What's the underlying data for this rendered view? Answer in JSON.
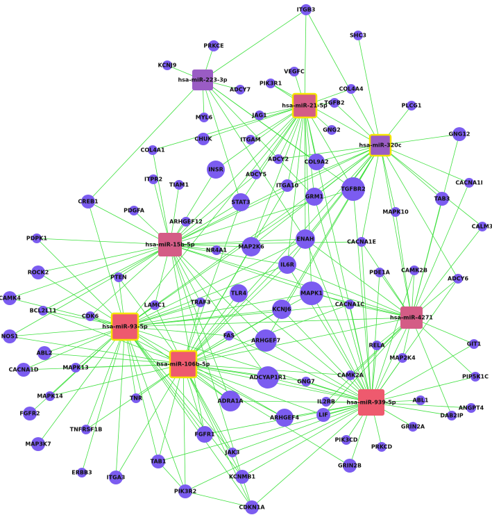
{
  "title": "",
  "colors": {
    "edge": "#3ee03e",
    "gene": "#7b5cf0",
    "mirna_high": "#ee5a6e",
    "mirna_mid": "#d45c86",
    "mirna_low": "#9a5cc4",
    "highlight": "#f5e400"
  },
  "mirnas": [
    {
      "id": "hsa-miR-223-3p",
      "label": "hsa-miR-223-3p",
      "level": "low",
      "highlight": false
    },
    {
      "id": "hsa-miR-21-5p",
      "label": "hsa-miR-21-5p",
      "level": "mid",
      "highlight": true
    },
    {
      "id": "hsa-miR-320c",
      "label": "hsa-miR-320c",
      "level": "low",
      "highlight": true
    },
    {
      "id": "hsa-miR-15b-5p",
      "label": "hsa-miR-15b-5p",
      "level": "mid",
      "highlight": false
    },
    {
      "id": "hsa-miR-93-5p",
      "label": "hsa-miR-93-5p",
      "level": "high",
      "highlight": true
    },
    {
      "id": "hsa-miR-106b-5p",
      "label": "hsa-miR-106b-5p",
      "level": "high",
      "highlight": true
    },
    {
      "id": "hsa-miR-4271",
      "label": "hsa-miR-4271",
      "level": "mid",
      "highlight": false
    },
    {
      "id": "hsa-miR-939-5p",
      "label": "hsa-miR-939-5p",
      "level": "high",
      "highlight": false
    }
  ],
  "genes": [
    {
      "id": "ITGB3",
      "label": "ITGB3"
    },
    {
      "id": "PRKCE",
      "label": "PRKCE"
    },
    {
      "id": "SHC3",
      "label": "SHC3"
    },
    {
      "id": "KCNJ9",
      "label": "KCNJ9"
    },
    {
      "id": "VEGFC",
      "label": "VEGFC"
    },
    {
      "id": "COL4A4",
      "label": "COL4A4"
    },
    {
      "id": "PIK3R1",
      "label": "PIK3R1"
    },
    {
      "id": "ADCY7",
      "label": "ADCY7"
    },
    {
      "id": "TGFB2",
      "label": "TGFB2"
    },
    {
      "id": "PLCG1",
      "label": "PLCG1"
    },
    {
      "id": "MYL6",
      "label": "MYL6"
    },
    {
      "id": "JAG1",
      "label": "JAG1"
    },
    {
      "id": "GNG2",
      "label": "GNG2"
    },
    {
      "id": "GNG12",
      "label": "GNG12"
    },
    {
      "id": "CHUK",
      "label": "CHUK"
    },
    {
      "id": "ITGAM",
      "label": "ITGAM"
    },
    {
      "id": "COL4A1",
      "label": "COL4A1"
    },
    {
      "id": "ADCY2",
      "label": "ADCY2"
    },
    {
      "id": "COL9A2",
      "label": "COL9A2"
    },
    {
      "id": "INSR",
      "label": "INSR"
    },
    {
      "id": "ADCY5",
      "label": "ADCY5"
    },
    {
      "id": "ITPR2",
      "label": "ITPR2"
    },
    {
      "id": "TIAM1",
      "label": "TIAM1"
    },
    {
      "id": "CACNA1I",
      "label": "CACNA1I"
    },
    {
      "id": "ITGA10",
      "label": "ITGA10"
    },
    {
      "id": "TGFBR2",
      "label": "TGFBR2"
    },
    {
      "id": "GRM1",
      "label": "GRM1"
    },
    {
      "id": "STAT3",
      "label": "STAT3"
    },
    {
      "id": "CREB1",
      "label": "CREB1"
    },
    {
      "id": "TAB3",
      "label": "TAB3"
    },
    {
      "id": "MAPK10",
      "label": "MAPK10"
    },
    {
      "id": "PDGFA",
      "label": "PDGFA"
    },
    {
      "id": "ARHGEF12",
      "label": "ARHGEF12"
    },
    {
      "id": "CALM3",
      "label": "CALM3"
    },
    {
      "id": "ENAH",
      "label": "ENAH"
    },
    {
      "id": "PDPK1",
      "label": "PDPK1"
    },
    {
      "id": "NR4A1",
      "label": "NR4A1"
    },
    {
      "id": "MAP2K6",
      "label": "MAP2K6"
    },
    {
      "id": "CACNA1E",
      "label": "CACNA1E"
    },
    {
      "id": "IL6R",
      "label": "IL6R"
    },
    {
      "id": "ROCK2",
      "label": "ROCK2"
    },
    {
      "id": "PTEN",
      "label": "PTEN"
    },
    {
      "id": "CAMK2B",
      "label": "CAMK2B"
    },
    {
      "id": "PDE1A",
      "label": "PDE1A"
    },
    {
      "id": "ADCY6",
      "label": "ADCY6"
    },
    {
      "id": "MAPK1",
      "label": "MAPK1"
    },
    {
      "id": "TLR4",
      "label": "TLR4"
    },
    {
      "id": "CAMK4",
      "label": "CAMK4"
    },
    {
      "id": "LAMC1",
      "label": "LAMC1"
    },
    {
      "id": "TRAF3",
      "label": "TRAF3"
    },
    {
      "id": "KCNJ6",
      "label": "KCNJ6"
    },
    {
      "id": "CACNA1C",
      "label": "CACNA1C"
    },
    {
      "id": "BCL2L11",
      "label": "BCL2L11"
    },
    {
      "id": "CDK6",
      "label": "CDK6"
    },
    {
      "id": "NOS1",
      "label": "NOS1"
    },
    {
      "id": "FAS",
      "label": "FAS"
    },
    {
      "id": "ARHGEF7",
      "label": "ARHGEF7"
    },
    {
      "id": "GIT1",
      "label": "GIT1"
    },
    {
      "id": "RELA",
      "label": "RELA"
    },
    {
      "id": "ABL2",
      "label": "ABL2"
    },
    {
      "id": "MAP2K4",
      "label": "MAP2K4"
    },
    {
      "id": "CACNA1D",
      "label": "CACNA1D"
    },
    {
      "id": "MAPK13",
      "label": "MAPK13"
    },
    {
      "id": "PIP5K1C",
      "label": "PIP5K1C"
    },
    {
      "id": "ADCYAP1R1",
      "label": "ADCYAP1R1"
    },
    {
      "id": "CAMK2A",
      "label": "CAMK2A"
    },
    {
      "id": "GNG7",
      "label": "GNG7"
    },
    {
      "id": "IL2RB",
      "label": "IL2RB"
    },
    {
      "id": "ABL1",
      "label": "ABL1"
    },
    {
      "id": "MAPK14",
      "label": "MAPK14"
    },
    {
      "id": "ANGPT4",
      "label": "ANGPT4"
    },
    {
      "id": "TNR",
      "label": "TNR"
    },
    {
      "id": "FGFR2",
      "label": "FGFR2"
    },
    {
      "id": "ADRA1A",
      "label": "ADRA1A"
    },
    {
      "id": "ARHGEF4",
      "label": "ARHGEF4"
    },
    {
      "id": "LIF",
      "label": "LIF"
    },
    {
      "id": "DAB2IP",
      "label": "DAB2IP"
    },
    {
      "id": "MAP3K7",
      "label": "MAP3K7"
    },
    {
      "id": "TNFRSF1B",
      "label": "TNFRSF1B"
    },
    {
      "id": "GRIN2A",
      "label": "GRIN2A"
    },
    {
      "id": "FGFR1",
      "label": "FGFR1"
    },
    {
      "id": "PIK3CD",
      "label": "PIK3CD"
    },
    {
      "id": "TAB1",
      "label": "TAB1"
    },
    {
      "id": "JAK3",
      "label": "JAK3"
    },
    {
      "id": "PRKCD",
      "label": "PRKCD"
    },
    {
      "id": "ERBB3",
      "label": "ERBB3"
    },
    {
      "id": "ITGA3",
      "label": "ITGA3"
    },
    {
      "id": "GRIN2B",
      "label": "GRIN2B"
    },
    {
      "id": "KCNMB1",
      "label": "KCNMB1"
    },
    {
      "id": "PIK3R2",
      "label": "PIK3R2"
    },
    {
      "id": "CDKN1A",
      "label": "CDKN1A"
    }
  ],
  "edges": [
    [
      "hsa-miR-223-3p",
      "PRKCE"
    ],
    [
      "hsa-miR-223-3p",
      "KCNJ9"
    ],
    [
      "hsa-miR-223-3p",
      "ITGB3"
    ],
    [
      "hsa-miR-223-3p",
      "ADCY7"
    ],
    [
      "hsa-miR-223-3p",
      "MYL6"
    ],
    [
      "hsa-miR-223-3p",
      "CREB1"
    ],
    [
      "hsa-miR-223-3p",
      "GRM1"
    ],
    [
      "hsa-miR-223-3p",
      "STAT3"
    ],
    [
      "hsa-miR-223-3p",
      "COL9A2"
    ],
    [
      "hsa-miR-223-3p",
      "ENAH"
    ],
    [
      "hsa-miR-223-3p",
      "TGFBR2"
    ],
    [
      "hsa-miR-21-5p",
      "ITGB3"
    ],
    [
      "hsa-miR-21-5p",
      "VEGFC"
    ],
    [
      "hsa-miR-21-5p",
      "COL4A4"
    ],
    [
      "hsa-miR-21-5p",
      "PIK3R1"
    ],
    [
      "hsa-miR-21-5p",
      "TGFB2"
    ],
    [
      "hsa-miR-21-5p",
      "JAG1"
    ],
    [
      "hsa-miR-21-5p",
      "GNG2"
    ],
    [
      "hsa-miR-21-5p",
      "ITGAM"
    ],
    [
      "hsa-miR-21-5p",
      "CHUK"
    ],
    [
      "hsa-miR-21-5p",
      "COL4A1"
    ],
    [
      "hsa-miR-21-5p",
      "INSR"
    ],
    [
      "hsa-miR-21-5p",
      "STAT3"
    ],
    [
      "hsa-miR-21-5p",
      "GRM1"
    ],
    [
      "hsa-miR-21-5p",
      "ADCY5"
    ],
    [
      "hsa-miR-21-5p",
      "ITGA10"
    ],
    [
      "hsa-miR-21-5p",
      "ENAH"
    ],
    [
      "hsa-miR-21-5p",
      "MAP2K6"
    ],
    [
      "hsa-miR-21-5p",
      "IL6R"
    ],
    [
      "hsa-miR-21-5p",
      "hsa-miR-15b-5p"
    ],
    [
      "hsa-miR-21-5p",
      "hsa-miR-93-5p"
    ],
    [
      "hsa-miR-21-5p",
      "MAPK1"
    ],
    [
      "hsa-miR-21-5p",
      "hsa-miR-939-5p"
    ],
    [
      "hsa-miR-21-5p",
      "TGFBR2"
    ],
    [
      "hsa-miR-21-5p",
      "ADCY2"
    ],
    [
      "hsa-miR-21-5p",
      "COL9A2"
    ],
    [
      "hsa-miR-320c",
      "ITGB3"
    ],
    [
      "hsa-miR-320c",
      "SHC3"
    ],
    [
      "hsa-miR-320c",
      "PLCG1"
    ],
    [
      "hsa-miR-320c",
      "GNG12"
    ],
    [
      "hsa-miR-320c",
      "CACNA1I"
    ],
    [
      "hsa-miR-320c",
      "TAB3"
    ],
    [
      "hsa-miR-320c",
      "MAPK10"
    ],
    [
      "hsa-miR-320c",
      "TGFBR2"
    ],
    [
      "hsa-miR-320c",
      "COL9A2"
    ],
    [
      "hsa-miR-320c",
      "ITGA10"
    ],
    [
      "hsa-miR-320c",
      "GRM1"
    ],
    [
      "hsa-miR-320c",
      "ENAH"
    ],
    [
      "hsa-miR-320c",
      "IL6R"
    ],
    [
      "hsa-miR-320c",
      "MAP2K6"
    ],
    [
      "hsa-miR-320c",
      "hsa-miR-15b-5p"
    ],
    [
      "hsa-miR-320c",
      "hsa-miR-93-5p"
    ],
    [
      "hsa-miR-320c",
      "hsa-miR-106b-5p"
    ],
    [
      "hsa-miR-320c",
      "CACNA1E"
    ],
    [
      "hsa-miR-320c",
      "TGFB2"
    ],
    [
      "hsa-miR-320c",
      "ADCY2"
    ],
    [
      "hsa-miR-320c",
      "PIK3R1"
    ],
    [
      "hsa-miR-320c",
      "hsa-miR-4271"
    ],
    [
      "hsa-miR-320c",
      "CALM3"
    ],
    [
      "hsa-miR-320c",
      "ADCY6"
    ],
    [
      "hsa-miR-320c",
      "KCNJ6"
    ],
    [
      "hsa-miR-320c",
      "ARHGEF7"
    ],
    [
      "hsa-miR-15b-5p",
      "COL4A1"
    ],
    [
      "hsa-miR-15b-5p",
      "ITPR2"
    ],
    [
      "hsa-miR-15b-5p",
      "TIAM1"
    ],
    [
      "hsa-miR-15b-5p",
      "INSR"
    ],
    [
      "hsa-miR-15b-5p",
      "STAT3"
    ],
    [
      "hsa-miR-15b-5p",
      "ARHGEF12"
    ],
    [
      "hsa-miR-15b-5p",
      "PDGFA"
    ],
    [
      "hsa-miR-15b-5p",
      "CREB1"
    ],
    [
      "hsa-miR-15b-5p",
      "PDPK1"
    ],
    [
      "hsa-miR-15b-5p",
      "ROCK2"
    ],
    [
      "hsa-miR-15b-5p",
      "PTEN"
    ],
    [
      "hsa-miR-15b-5p",
      "NR4A1"
    ],
    [
      "hsa-miR-15b-5p",
      "MAP2K6"
    ],
    [
      "hsa-miR-15b-5p",
      "ENAH"
    ],
    [
      "hsa-miR-15b-5p",
      "IL6R"
    ],
    [
      "hsa-miR-15b-5p",
      "CACNA1E"
    ],
    [
      "hsa-miR-15b-5p",
      "LAMC1"
    ],
    [
      "hsa-miR-15b-5p",
      "TRAF3"
    ],
    [
      "hsa-miR-15b-5p",
      "CDK6"
    ],
    [
      "hsa-miR-15b-5p",
      "BCL2L11"
    ],
    [
      "hsa-miR-15b-5p",
      "CAMK4"
    ],
    [
      "hsa-miR-15b-5p",
      "NOS1"
    ],
    [
      "hsa-miR-15b-5p",
      "hsa-miR-4271"
    ],
    [
      "hsa-miR-15b-5p",
      "ARHGEF7"
    ],
    [
      "hsa-miR-15b-5p",
      "ITGA10"
    ],
    [
      "hsa-miR-15b-5p",
      "TGFBR2"
    ],
    [
      "hsa-miR-15b-5p",
      "ADCY5"
    ],
    [
      "hsa-miR-15b-5p",
      "ADRA1A"
    ],
    [
      "hsa-miR-15b-5p",
      "FGFR1"
    ],
    [
      "hsa-miR-15b-5p",
      "KCNMB1"
    ],
    [
      "hsa-miR-15b-5p",
      "ADCYAP1R1"
    ],
    [
      "hsa-miR-15b-5p",
      "CACNA1C"
    ],
    [
      "hsa-miR-93-5p",
      "CREB1"
    ],
    [
      "hsa-miR-93-5p",
      "PDPK1"
    ],
    [
      "hsa-miR-93-5p",
      "ROCK2"
    ],
    [
      "hsa-miR-93-5p",
      "CAMK4"
    ],
    [
      "hsa-miR-93-5p",
      "BCL2L11"
    ],
    [
      "hsa-miR-93-5p",
      "NOS1"
    ],
    [
      "hsa-miR-93-5p",
      "CDK6"
    ],
    [
      "hsa-miR-93-5p",
      "ABL2"
    ],
    [
      "hsa-miR-93-5p",
      "CACNA1D"
    ],
    [
      "hsa-miR-93-5p",
      "MAPK13"
    ],
    [
      "hsa-miR-93-5p",
      "MAPK14"
    ],
    [
      "hsa-miR-93-5p",
      "FGFR2"
    ],
    [
      "hsa-miR-93-5p",
      "MAP3K7"
    ],
    [
      "hsa-miR-93-5p",
      "TNFRSF1B"
    ],
    [
      "hsa-miR-93-5p",
      "TNR"
    ],
    [
      "hsa-miR-93-5p",
      "ERBB3"
    ],
    [
      "hsa-miR-93-5p",
      "ITGA3"
    ],
    [
      "hsa-miR-93-5p",
      "TAB1"
    ],
    [
      "hsa-miR-93-5p",
      "PIK3R2"
    ],
    [
      "hsa-miR-93-5p",
      "KCNMB1"
    ],
    [
      "hsa-miR-93-5p",
      "CDKN1A"
    ],
    [
      "hsa-miR-93-5p",
      "JAK3"
    ],
    [
      "hsa-miR-93-5p",
      "FGFR1"
    ],
    [
      "hsa-miR-93-5p",
      "ADRA1A"
    ],
    [
      "hsa-miR-93-5p",
      "PTEN"
    ],
    [
      "hsa-miR-93-5p",
      "LAMC1"
    ],
    [
      "hsa-miR-93-5p",
      "TRAF3"
    ],
    [
      "hsa-miR-93-5p",
      "FAS"
    ],
    [
      "hsa-miR-93-5p",
      "TLR4"
    ],
    [
      "hsa-miR-93-5p",
      "KCNJ6"
    ],
    [
      "hsa-miR-93-5p",
      "MAPK1"
    ],
    [
      "hsa-miR-93-5p",
      "IL6R"
    ],
    [
      "hsa-miR-93-5p",
      "ENAH"
    ],
    [
      "hsa-miR-93-5p",
      "hsa-miR-939-5p"
    ],
    [
      "hsa-miR-93-5p",
      "hsa-miR-4271"
    ],
    [
      "hsa-miR-93-5p",
      "CACNA1C"
    ],
    [
      "hsa-miR-93-5p",
      "ARHGEF4"
    ],
    [
      "hsa-miR-93-5p",
      "GRM1"
    ],
    [
      "hsa-miR-106b-5p",
      "CDK6"
    ],
    [
      "hsa-miR-106b-5p",
      "NOS1"
    ],
    [
      "hsa-miR-106b-5p",
      "BCL2L11"
    ],
    [
      "hsa-miR-106b-5p",
      "ABL2"
    ],
    [
      "hsa-miR-106b-5p",
      "CACNA1D"
    ],
    [
      "hsa-miR-106b-5p",
      "MAPK13"
    ],
    [
      "hsa-miR-106b-5p",
      "MAPK14"
    ],
    [
      "hsa-miR-106b-5p",
      "TNR"
    ],
    [
      "hsa-miR-106b-5p",
      "TNFRSF1B"
    ],
    [
      "hsa-miR-106b-5p",
      "TAB1"
    ],
    [
      "hsa-miR-106b-5p",
      "ITGA3"
    ],
    [
      "hsa-miR-106b-5p",
      "PIK3R2"
    ],
    [
      "hsa-miR-106b-5p",
      "FGFR1"
    ],
    [
      "hsa-miR-106b-5p",
      "JAK3"
    ],
    [
      "hsa-miR-106b-5p",
      "KCNMB1"
    ],
    [
      "hsa-miR-106b-5p",
      "CDKN1A"
    ],
    [
      "hsa-miR-106b-5p",
      "ADRA1A"
    ],
    [
      "hsa-miR-106b-5p",
      "ARHGEF4"
    ],
    [
      "hsa-miR-106b-5p",
      "LIF"
    ],
    [
      "hsa-miR-106b-5p",
      "FAS"
    ],
    [
      "hsa-miR-106b-5p",
      "ARHGEF7"
    ],
    [
      "hsa-miR-106b-5p",
      "GNG7"
    ],
    [
      "hsa-miR-106b-5p",
      "TLR4"
    ],
    [
      "hsa-miR-106b-5p",
      "KCNJ6"
    ],
    [
      "hsa-miR-106b-5p",
      "MAPK1"
    ],
    [
      "hsa-miR-106b-5p",
      "IL6R"
    ],
    [
      "hsa-miR-106b-5p",
      "ENAH"
    ],
    [
      "hsa-miR-106b-5p",
      "MAP2K6"
    ],
    [
      "hsa-miR-106b-5p",
      "TRAF3"
    ],
    [
      "hsa-miR-106b-5p",
      "LAMC1"
    ],
    [
      "hsa-miR-106b-5p",
      "PTEN"
    ],
    [
      "hsa-miR-106b-5p",
      "CACNA1C"
    ],
    [
      "hsa-miR-106b-5p",
      "CAMK2A"
    ],
    [
      "hsa-miR-106b-5p",
      "hsa-miR-939-5p"
    ],
    [
      "hsa-miR-106b-5p",
      "hsa-miR-4271"
    ],
    [
      "hsa-miR-106b-5p",
      "ADCYAP1R1"
    ],
    [
      "hsa-miR-106b-5p",
      "GRIN2B"
    ],
    [
      "hsa-miR-106b-5p",
      "STAT3"
    ],
    [
      "hsa-miR-106b-5p",
      "ITGA10"
    ],
    [
      "hsa-miR-4271",
      "CACNA1E"
    ],
    [
      "hsa-miR-4271",
      "PDE1A"
    ],
    [
      "hsa-miR-4271",
      "CAMK2B"
    ],
    [
      "hsa-miR-4271",
      "ADCY6"
    ],
    [
      "hsa-miR-4271",
      "TAB3"
    ],
    [
      "hsa-miR-4271",
      "CALM3"
    ],
    [
      "hsa-miR-4271",
      "CACNA1I"
    ],
    [
      "hsa-miR-4271",
      "GNG12"
    ],
    [
      "hsa-miR-4271",
      "GIT1"
    ],
    [
      "hsa-miR-4271",
      "PIP5K1C"
    ],
    [
      "hsa-miR-4271",
      "MAP2K4"
    ],
    [
      "hsa-miR-4271",
      "RELA"
    ],
    [
      "hsa-miR-4271",
      "CAMK2A"
    ],
    [
      "hsa-miR-4271",
      "IL2RB"
    ],
    [
      "hsa-miR-4271",
      "DAB2IP"
    ],
    [
      "hsa-miR-4271",
      "CACNA1C"
    ],
    [
      "hsa-miR-4271",
      "MAPK1"
    ],
    [
      "hsa-miR-4271",
      "ENAH"
    ],
    [
      "hsa-miR-4271",
      "IL6R"
    ],
    [
      "hsa-miR-4271",
      "MAPK10"
    ],
    [
      "hsa-miR-4271",
      "hsa-miR-939-5p"
    ],
    [
      "hsa-miR-4271",
      "LIF"
    ],
    [
      "hsa-miR-939-5p",
      "ABL1"
    ],
    [
      "hsa-miR-939-5p",
      "ANGPT4"
    ],
    [
      "hsa-miR-939-5p",
      "GIT1"
    ],
    [
      "hsa-miR-939-5p",
      "PIP5K1C"
    ],
    [
      "hsa-miR-939-5p",
      "DAB2IP"
    ],
    [
      "hsa-miR-939-5p",
      "GRIN2A"
    ],
    [
      "hsa-miR-939-5p",
      "PRKCD"
    ],
    [
      "hsa-miR-939-5p",
      "PIK3CD"
    ],
    [
      "hsa-miR-939-5p",
      "GRIN2B"
    ],
    [
      "hsa-miR-939-5p",
      "LIF"
    ],
    [
      "hsa-miR-939-5p",
      "IL2RB"
    ],
    [
      "hsa-miR-939-5p",
      "GNG7"
    ],
    [
      "hsa-miR-939-5p",
      "CAMK2A"
    ],
    [
      "hsa-miR-939-5p",
      "RELA"
    ],
    [
      "hsa-miR-939-5p",
      "MAP2K4"
    ],
    [
      "hsa-miR-939-5p",
      "PDE1A"
    ],
    [
      "hsa-miR-939-5p",
      "CACNA1E"
    ],
    [
      "hsa-miR-939-5p",
      "CACNA1C"
    ],
    [
      "hsa-miR-939-5p",
      "MAPK1"
    ],
    [
      "hsa-miR-939-5p",
      "ARHGEF7"
    ],
    [
      "hsa-miR-939-5p",
      "ADCYAP1R1"
    ],
    [
      "hsa-miR-939-5p",
      "ARHGEF4"
    ],
    [
      "hsa-miR-939-5p",
      "ADRA1A"
    ],
    [
      "hsa-miR-939-5p",
      "FGFR1"
    ],
    [
      "hsa-miR-939-5p",
      "JAK3"
    ],
    [
      "hsa-miR-939-5p",
      "KCNMB1"
    ],
    [
      "hsa-miR-939-5p",
      "TAB1"
    ],
    [
      "hsa-miR-939-5p",
      "CDKN1A"
    ],
    [
      "hsa-miR-939-5p",
      "PIK3R2"
    ],
    [
      "hsa-miR-939-5p",
      "TLR4"
    ],
    [
      "hsa-miR-939-5p",
      "FAS"
    ],
    [
      "hsa-miR-939-5p",
      "KCNJ6"
    ],
    [
      "hsa-miR-939-5p",
      "IL6R"
    ],
    [
      "hsa-miR-939-5p",
      "ENAH"
    ],
    [
      "hsa-miR-939-5p",
      "TGFBR2"
    ],
    [
      "hsa-miR-939-5p",
      "GRM1"
    ],
    [
      "hsa-miR-939-5p",
      "CAMK2B"
    ],
    [
      "hsa-miR-939-5p",
      "ADCY6"
    ],
    [
      "TAB1",
      "PIK3R2"
    ],
    [
      "PIK3R2",
      "CDKN1A"
    ],
    [
      "KCNMB1",
      "CDKN1A"
    ]
  ]
}
